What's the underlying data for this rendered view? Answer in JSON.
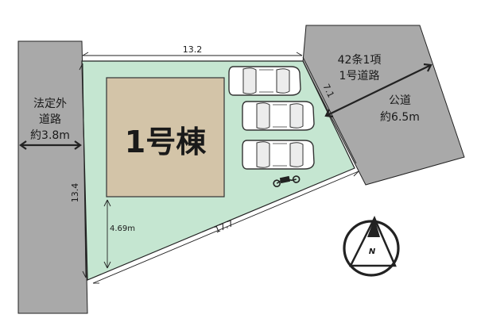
{
  "colors": {
    "lot_fill": "#c5e6d1",
    "building_fill": "#d3c4a8",
    "road_fill": "#a9a9a9",
    "line": "#222222"
  },
  "building": {
    "label": "1号棟"
  },
  "dimensions": {
    "top": "13.2",
    "left": "13.4",
    "bottom": "17.7",
    "right": "7.1",
    "setback": "4.69m"
  },
  "left_road": {
    "line1": "法定外",
    "line2": "道路",
    "line3": "約3.8m"
  },
  "right_road": {
    "type_line1": "42条1項",
    "type_line2": "1号道路",
    "kind": "公道",
    "width": "約6.5m"
  },
  "compass": {
    "north": "N",
    "icon": "north-arrow-icon"
  },
  "parking": {
    "cars": 3,
    "bicycles": 1
  }
}
